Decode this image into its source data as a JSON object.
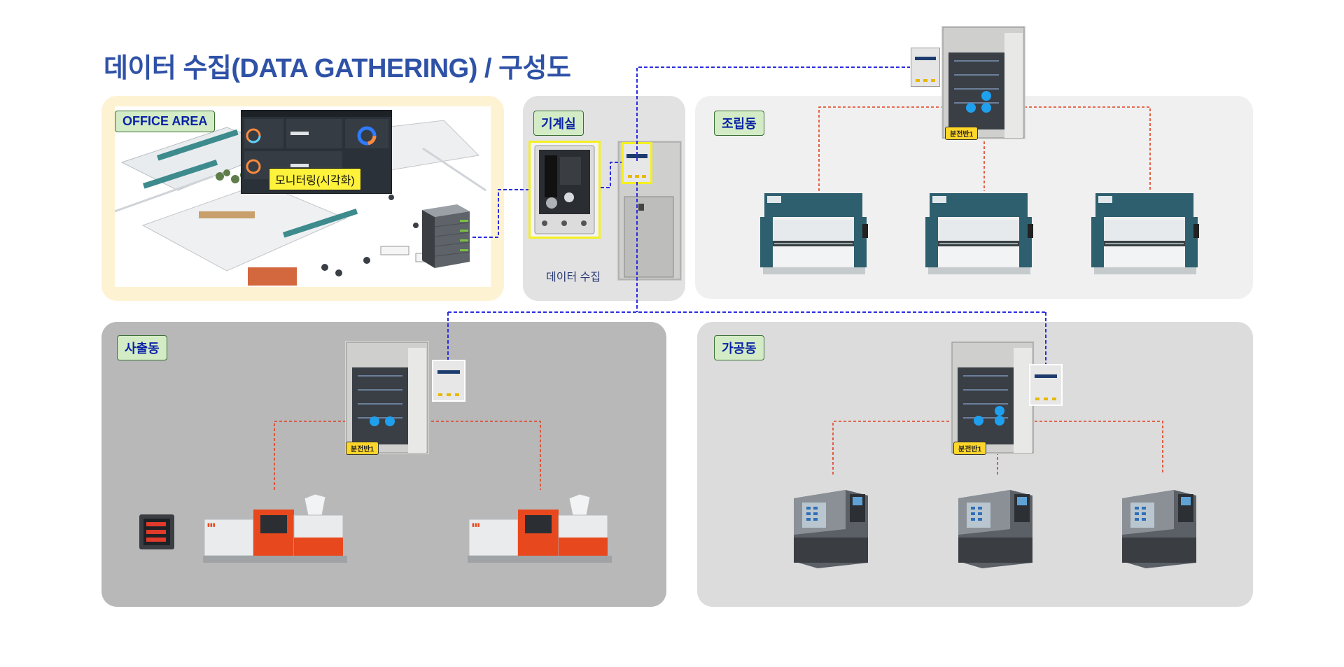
{
  "title": "데이터 수집(DATA GATHERING) / 구성도",
  "areas": {
    "office": {
      "label": "OFFICE AREA",
      "monitor_label": "모니터링(시각화)"
    },
    "machine_room": {
      "label": "기계실",
      "caption": "데이터 수집"
    },
    "assembly": {
      "label": "조립동",
      "panel_label": "분전반1"
    },
    "injection": {
      "label": "사출동",
      "panel_label": "분전반1"
    },
    "machining": {
      "label": "가공동",
      "panel_label": "분전반1"
    }
  },
  "colors": {
    "title": "#2f52a7",
    "office_bg": "#fdf3d3",
    "machine_room_bg": "#e2e2e3",
    "assembly_bg": "#f0f0f0",
    "injection_bg": "#b8b8b9",
    "machining_bg": "#dcdcdd",
    "network_line": "#2a2ce0",
    "power_line": "#e0401e",
    "highlight": "#f4ef21"
  }
}
